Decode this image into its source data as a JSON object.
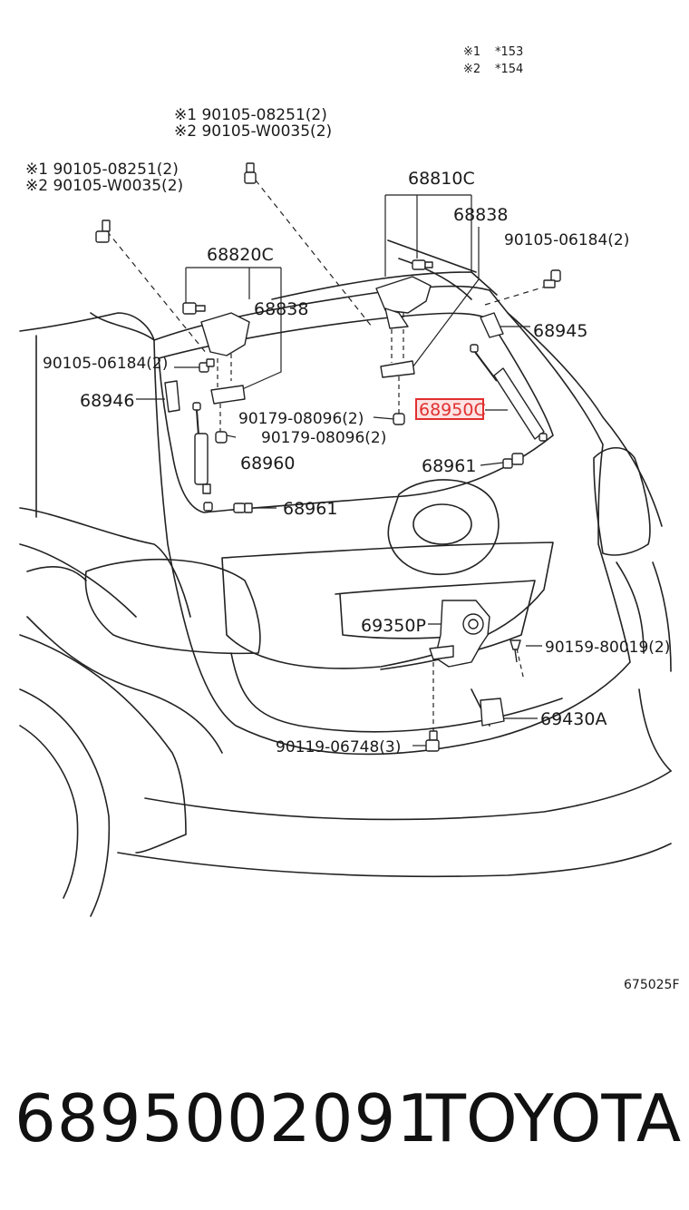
{
  "diagram": {
    "notes": [
      {
        "mark": "※1",
        "text": "*153"
      },
      {
        "mark": "※2",
        "text": "*154"
      }
    ],
    "labels": {
      "bolt_top_1": "※1 90105-08251(2)",
      "bolt_top_2": "※2 90105-W0035(2)",
      "bolt_left_1": "※1 90105-08251(2)",
      "bolt_left_2": "※2 90105-W0035(2)",
      "hinge_right": "68810C",
      "hinge_right_plate": "68838",
      "hinge_left": "68820C",
      "hinge_left_plate": "68838",
      "bolt_right": "90105-06184(2)",
      "bolt_left": "90105-06184(2)",
      "bracket_right": "68945",
      "bracket_left": "68946",
      "cushion_right": "90179-08096(2)",
      "cushion_left": "90179-08096(2)",
      "stay_right": "68950C",
      "stay_left": "68960",
      "stud_right": "68961",
      "stud_left": "68961",
      "lock": "69350P",
      "screw_lock": "90159-80019(2)",
      "striker": "69430A",
      "bolt_lock": "90119-06748(3)",
      "figure_code": "675025F"
    },
    "highlight": {
      "label": "stay_right",
      "color": "#e03030"
    }
  },
  "footer": {
    "part_number": "6895002091",
    "brand": "TOYOTA"
  }
}
